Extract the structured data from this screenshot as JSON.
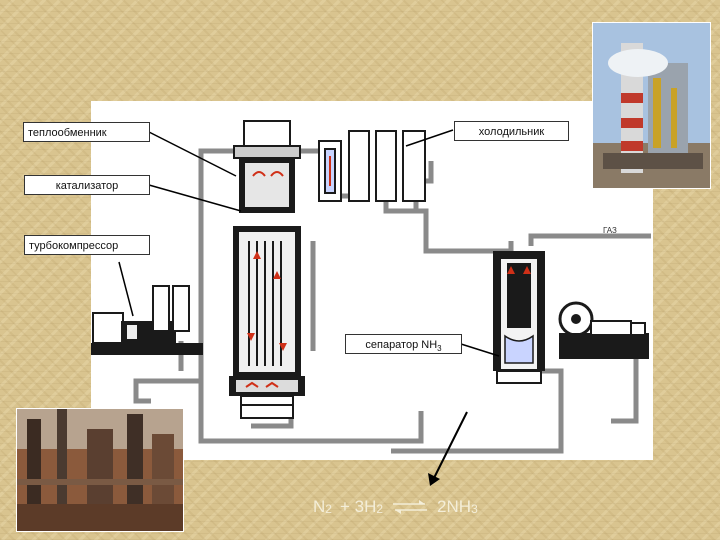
{
  "labels": {
    "heat_exchanger": "теплообменник",
    "cooler": "холодильник",
    "catalyst": "катализатор",
    "turbocompressor": "турбокомпрессор",
    "separator": "сепаратор NH",
    "separator_sub": "3",
    "gas": "ГАЗ"
  },
  "equation": {
    "n": "N",
    "n_sub": "2",
    "plus": "+ 3H",
    "h_sub": "2",
    "product": "2NH",
    "product_sub": "3"
  },
  "colors": {
    "background": "#d9c48f",
    "arrow": "#000000",
    "flow_arrows": "#d03018",
    "equipment": "#1a1a1a"
  },
  "icons": [
    "equilibrium-arrows-icon"
  ]
}
